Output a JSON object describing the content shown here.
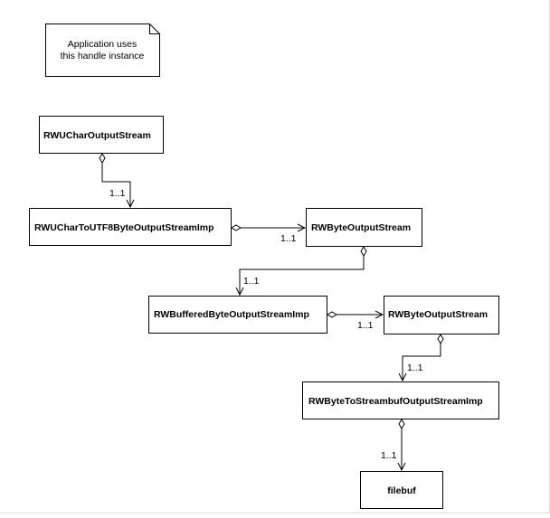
{
  "note": {
    "line1": "Application uses",
    "line2": "this handle instance"
  },
  "classes": {
    "rwu_char_output_stream": "RWUCharOutputStream",
    "rwu_char_to_utf8": "RWUCharToUTF8ByteOutputStreamImp",
    "rw_byte_output_stream_1": "RWByteOutputStream",
    "rw_buffered_byte": "RWBufferedByteOutputStreamImp",
    "rw_byte_output_stream_2": "RWByteOutputStream",
    "rw_byte_to_streambuf": "RWByteToStreambufOutputStreamImp",
    "filebuf": "filebuf"
  },
  "multiplicities": {
    "m1": "1..1",
    "m2": "1..1",
    "m3": "1..1",
    "m4": "1..1",
    "m5": "1..1",
    "m6": "1..1"
  },
  "colors": {
    "line": "#000000",
    "box_fill": "#ffffff"
  }
}
